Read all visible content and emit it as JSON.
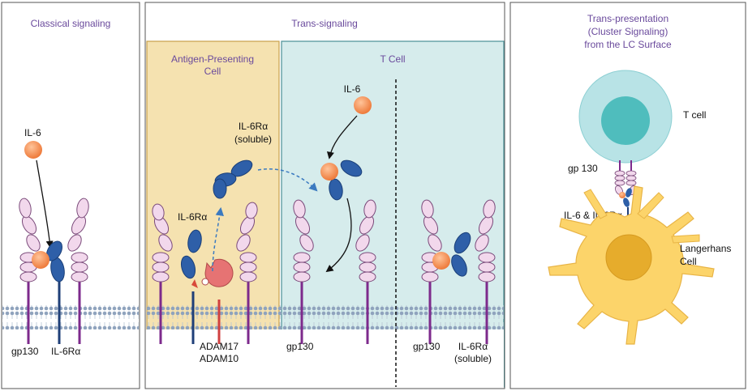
{
  "panels": {
    "classical": {
      "title": "Classical signaling",
      "il6": "IL-6",
      "gp130": "gp130",
      "il6ra": "IL-6Rα"
    },
    "trans": {
      "title": "Trans-signaling",
      "apc_title_1": "Antigen-Presenting",
      "apc_title_2": "Cell",
      "tcell_title": "T Cell",
      "il6ra_soluble_1": "IL-6Rα",
      "il6ra_soluble_2": "(soluble)",
      "il6ra": "IL-6Rα",
      "adam17": "ADAM17",
      "adam10": "ADAM10",
      "il6": "IL-6",
      "gp130_left": "gp130",
      "gp130_right": "gp130",
      "il6ra_bottom_1": "IL-6Rα",
      "il6ra_bottom_2": "(soluble)"
    },
    "cluster": {
      "title_1": "Trans-presentation",
      "title_2": "(Cluster Signaling)",
      "title_3": "from the LC Surface",
      "tcell": "T cell",
      "gp130": "gp 130",
      "complex": "IL-6 & IL-6Rα",
      "lc_1": "Langerhans",
      "lc_2": "Cell"
    }
  },
  "colors": {
    "panel_border": "#555555",
    "title_text": "#6a4a9c",
    "apc_fill": "#f5e2b0",
    "tcell_fill": "#d6ecec",
    "receptor_pink": "#f2d8ec",
    "receptor_stroke": "#7a4a7a",
    "gp130_stalk": "#7d2a8c",
    "il6ra_blue": "#2e5fa8",
    "il6_orange": "#f08a4b",
    "adam_red": "#e06a6a",
    "membrane": "#9aaabf",
    "lc_yellow": "#fcd46a",
    "lc_nucleus": "#e6ac2c",
    "tcell_outer": "#b8e3e6",
    "tcell_nucleus": "#4fbdbd"
  }
}
